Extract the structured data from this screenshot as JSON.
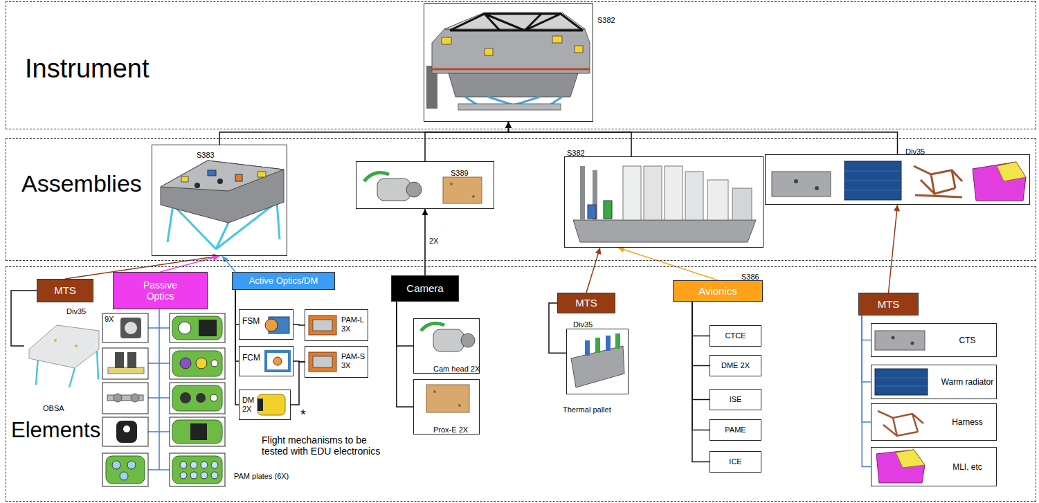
{
  "diagram": {
    "nodes": [
      {
        "text": [
          "Instrument"
        ]
      },
      {
        "text": [
          "S382"
        ],
        "in": 0
      },
      {
        "text": [
          "Assemblies"
        ]
      },
      {
        "text": [
          "S383"
        ],
        "in": 2
      },
      {
        "text": [
          "S389"
        ],
        "in": 2
      },
      {
        "text": [
          "S382"
        ],
        "in": 2
      },
      {
        "text": [
          "Div35"
        ],
        "in": 2
      },
      {
        "text": [
          "Elements"
        ]
      },
      {
        "text": [
          "MTS",
          "Div35"
        ],
        "in": 7
      },
      {
        "text": [
          "OBSA"
        ],
        "in": 7
      },
      {
        "text": [
          "Passive Optics"
        ],
        "in": 7
      },
      {
        "text": [
          "Active Optics/DM"
        ],
        "in": 7
      },
      {
        "text": [
          "FSM"
        ],
        "in": 7
      },
      {
        "text": [
          "PAM-L 3X"
        ],
        "in": 7
      },
      {
        "text": [
          "FCM"
        ],
        "in": 7
      },
      {
        "text": [
          "PAM-S 3X"
        ],
        "in": 7
      },
      {
        "text": [
          "DM 2X"
        ],
        "in": 7
      },
      {
        "text": [
          "Camera"
        ],
        "in": 7
      },
      {
        "text": [
          "Cam head 2X"
        ],
        "in": 7
      },
      {
        "text": [
          "Prox-E 2X"
        ],
        "in": 7
      },
      {
        "text": [
          "MTS",
          "Div35"
        ],
        "in": 7
      },
      {
        "text": [
          "Thermal pallet"
        ],
        "in": 7
      },
      {
        "text": [
          "Avionics",
          "S386"
        ],
        "in": 7
      },
      {
        "text": [
          "CTCE"
        ],
        "in": 7
      },
      {
        "text": [
          "DME 2X"
        ],
        "in": 7
      },
      {
        "text": [
          "ISE"
        ],
        "in": 7
      },
      {
        "text": [
          "PAME"
        ],
        "in": 7
      },
      {
        "text": [
          "ICE"
        ],
        "in": 7
      },
      {
        "text": [
          "MTS"
        ],
        "in": 7
      },
      {
        "text": [
          "CTS"
        ],
        "in": 7
      },
      {
        "text": [
          "Warm radiator"
        ],
        "in": 7
      },
      {
        "text": [
          "Harness"
        ],
        "in": 7
      },
      {
        "text": [
          "MLI, etc"
        ],
        "in": 7
      }
    ],
    "edges": [
      {
        "from": 3,
        "to": 1,
        "arrow": "to"
      },
      {
        "from": 4,
        "to": 1,
        "arrow": "to"
      },
      {
        "from": 5,
        "to": 1,
        "arrow": "to"
      },
      {
        "from": 6,
        "to": 1,
        "arrow": "to"
      },
      {
        "from": 8,
        "to": 3,
        "arrow": "to"
      },
      {
        "from": 10,
        "to": 3,
        "arrow": "to"
      },
      {
        "from": 11,
        "to": 3,
        "arrow": "to"
      },
      {
        "from": 17,
        "to": 4,
        "arrow": "to",
        "label": "2X"
      },
      {
        "from": 20,
        "to": 5,
        "arrow": "to"
      },
      {
        "from": 22,
        "to": 5,
        "arrow": "to"
      },
      {
        "from": 28,
        "to": 6,
        "arrow": "to"
      },
      {
        "from": 8,
        "to": 9,
        "arrow": "none"
      },
      {
        "from": 11,
        "to": 12,
        "arrow": "none"
      },
      {
        "from": 11,
        "to": 14,
        "arrow": "none"
      },
      {
        "from": 11,
        "to": 16,
        "arrow": "none"
      },
      {
        "from": 12,
        "to": 13,
        "arrow": "none"
      },
      {
        "from": 14,
        "to": 15,
        "arrow": "none"
      },
      {
        "from": 16,
        "to": 15,
        "arrow": "none"
      },
      {
        "from": 17,
        "to": 18,
        "arrow": "none"
      },
      {
        "from": 17,
        "to": 19,
        "arrow": "none"
      },
      {
        "from": 20,
        "to": 21,
        "arrow": "none"
      },
      {
        "from": 22,
        "to": 23,
        "arrow": "none"
      },
      {
        "from": 22,
        "to": 24,
        "arrow": "none"
      },
      {
        "from": 22,
        "to": 25,
        "arrow": "none"
      },
      {
        "from": 22,
        "to": 26,
        "arrow": "none"
      },
      {
        "from": 22,
        "to": 27,
        "arrow": "none"
      },
      {
        "from": 28,
        "to": 29,
        "arrow": "none"
      },
      {
        "from": 28,
        "to": 30,
        "arrow": "none"
      },
      {
        "from": 28,
        "to": 31,
        "arrow": "none"
      },
      {
        "from": 28,
        "to": 32,
        "arrow": "none"
      }
    ],
    "labels": [
      "9X",
      "PAM plates (6X)",
      "*",
      "Flight mechanisms to be tested with EDU electronics"
    ]
  }
}
